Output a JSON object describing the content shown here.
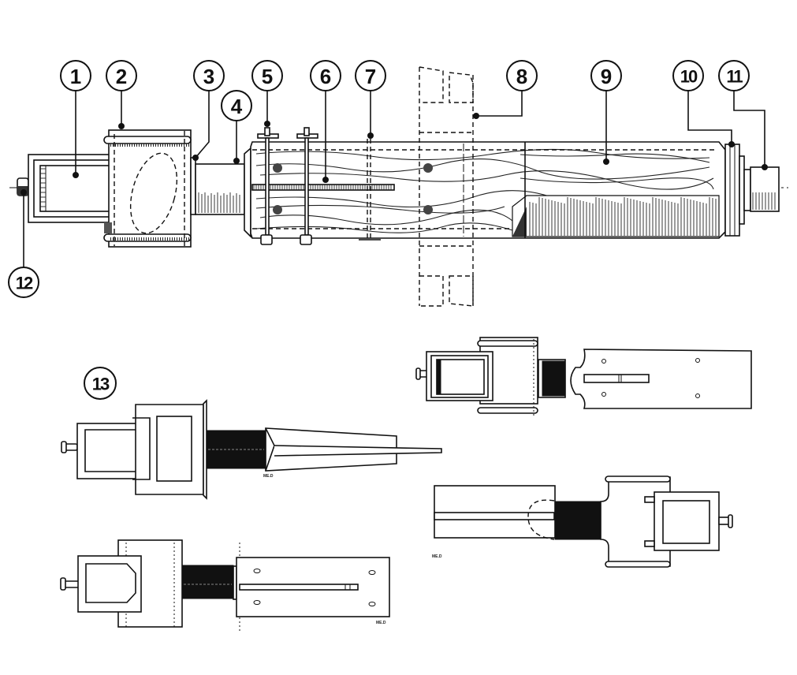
{
  "figure": {
    "type": "technical-drawing",
    "main_view": "side elevation (longitudinal) with numbered callouts",
    "callouts": [
      {
        "id": "1",
        "label": "1"
      },
      {
        "id": "2",
        "label": "2"
      },
      {
        "id": "3",
        "label": "3"
      },
      {
        "id": "4",
        "label": "4"
      },
      {
        "id": "5",
        "label": "5"
      },
      {
        "id": "6",
        "label": "6"
      },
      {
        "id": "7",
        "label": "7"
      },
      {
        "id": "8",
        "label": "8"
      },
      {
        "id": "9",
        "label": "9"
      },
      {
        "id": "10",
        "label": "10"
      },
      {
        "id": "11",
        "label": "11"
      },
      {
        "id": "12",
        "label": "12"
      },
      {
        "id": "13",
        "label": "13"
      }
    ],
    "sub_views": [
      {
        "name": "variant-tapered-spike",
        "signature": "ME.D"
      },
      {
        "name": "variant-plate-top",
        "signature": ""
      },
      {
        "name": "variant-plate-reversed",
        "signature": "ME.D"
      },
      {
        "name": "variant-plate-slotted",
        "signature": "ME.D"
      }
    ],
    "colors": {
      "ink": "#111111",
      "paper": "#ffffff"
    }
  }
}
